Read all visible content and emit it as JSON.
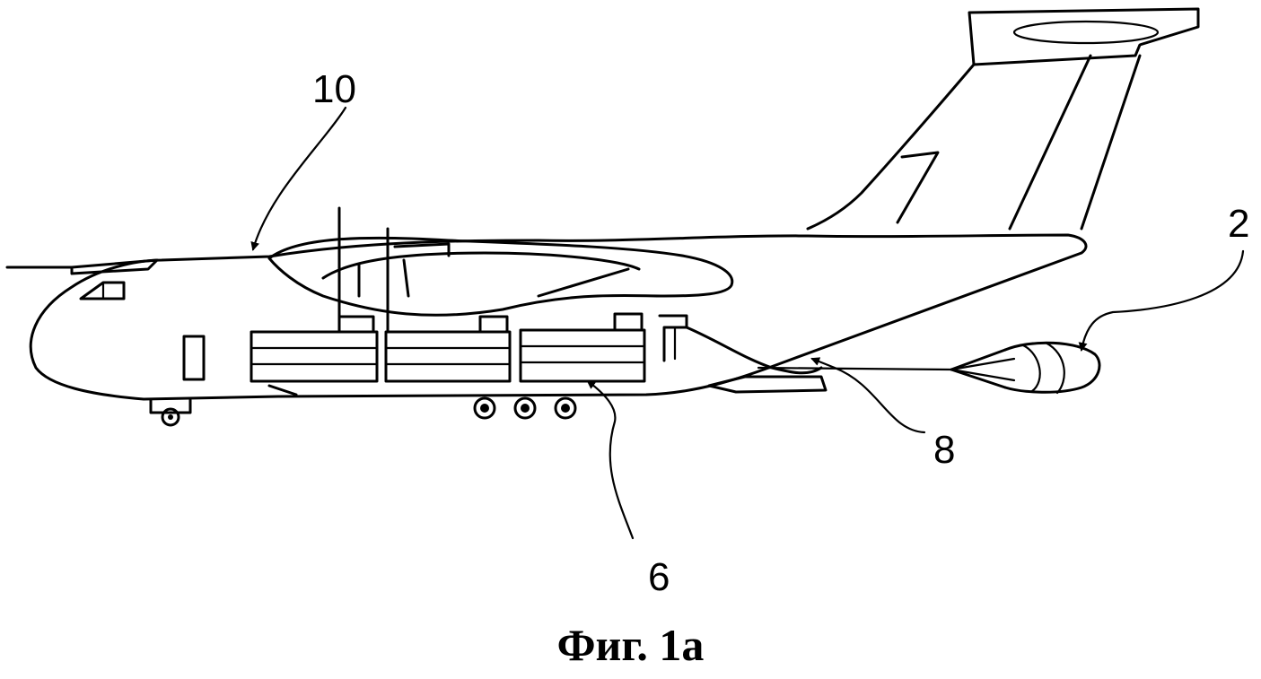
{
  "labels": {
    "aircraft": "10",
    "parachute": "2",
    "extraction_line": "8",
    "cargo": "6"
  },
  "caption": "Фиг. 1а"
}
